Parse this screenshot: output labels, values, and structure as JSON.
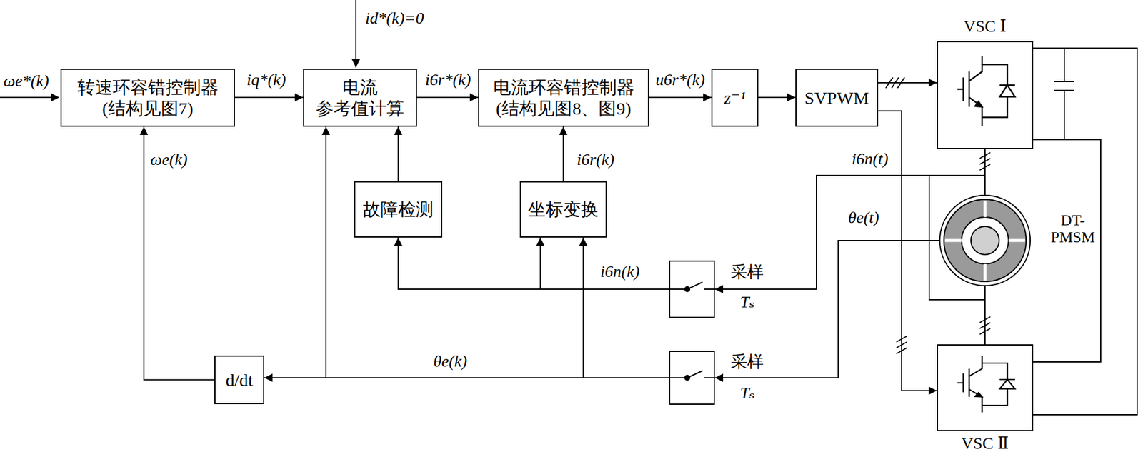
{
  "diagram": {
    "nodes": [
      {
        "text": [
          "转速环容错控制器 (结构见图7)"
        ]
      },
      {
        "text": [
          "电流 参考值计算"
        ]
      },
      {
        "text": [
          "电流环容错控制器 (结构见图8、图9)"
        ]
      },
      {
        "text": [
          "z⁻¹"
        ]
      },
      {
        "text": [
          "SVPWM"
        ]
      },
      {
        "text": [
          "VSC Ⅰ"
        ]
      },
      {
        "text": [
          "VSC Ⅱ"
        ]
      },
      {
        "text": [
          "故障检测"
        ]
      },
      {
        "text": [
          "坐标变换"
        ]
      },
      {
        "text": [
          "采样",
          "Tₛ"
        ]
      },
      {
        "text": [
          "采样",
          "Tₛ"
        ]
      },
      {
        "text": [
          "d/dt"
        ]
      },
      {
        "text": [
          "DT-PMSM"
        ]
      }
    ],
    "edges": [
      {
        "from": 0,
        "to": 1,
        "arrow": "to",
        "label": "iq*(k)"
      },
      {
        "from": 1,
        "to": 2,
        "arrow": "to",
        "label": "i6r*(k)"
      },
      {
        "from": 2,
        "to": 3,
        "arrow": "to",
        "label": "u6r*(k)"
      },
      {
        "from": 3,
        "to": 4,
        "arrow": "to"
      },
      {
        "from": 4,
        "to": 5,
        "arrow": "to"
      },
      {
        "from": 4,
        "to": 6,
        "arrow": "to"
      },
      {
        "from": 7,
        "to": 1,
        "arrow": "to"
      },
      {
        "from": 8,
        "to": 2,
        "arrow": "to",
        "label": "i6r(k)"
      },
      {
        "from": 9,
        "to": 7,
        "arrow": "to"
      },
      {
        "from": 9,
        "to": 8,
        "arrow": "to"
      },
      {
        "from": 10,
        "to": 11,
        "arrow": "to"
      },
      {
        "from": 10,
        "to": 1,
        "arrow": "to"
      },
      {
        "from": 10,
        "to": 8,
        "arrow": "to"
      },
      {
        "from": 11,
        "to": 0,
        "arrow": "to",
        "label": "ωe(k)"
      },
      {
        "from": 12,
        "to": 9,
        "arrow": "to",
        "label": "i6n(t)"
      },
      {
        "from": 12,
        "to": 10,
        "arrow": "to",
        "label": "θe(t)"
      },
      {
        "from": 5,
        "to": 12,
        "arrow": "none"
      },
      {
        "from": 12,
        "to": 6,
        "arrow": "none"
      },
      {
        "from": 5,
        "to": 6,
        "arrow": "none"
      }
    ],
    "labels": [
      "ωe*(k)",
      "id*(k)=0",
      "i6n(k)",
      "θe(k)"
    ]
  }
}
